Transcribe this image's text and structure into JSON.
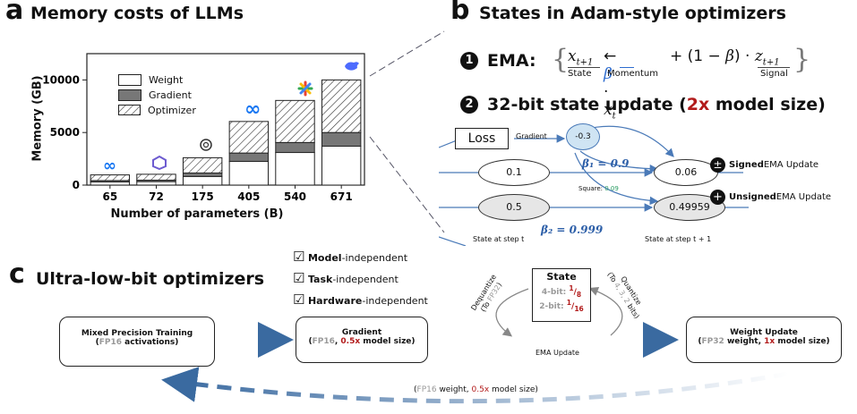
{
  "panel_a": {
    "letter": "a",
    "title": "Memory costs of LLMs",
    "chart_data": {
      "type": "bar",
      "stacked": true,
      "categories": [
        "65",
        "72",
        "175",
        "405",
        "540",
        "671"
      ],
      "series": [
        {
          "name": "Weight",
          "values": [
            300,
            330,
            820,
            2250,
            3100,
            3700
          ]
        },
        {
          "name": "Gradient",
          "values": [
            130,
            140,
            330,
            800,
            950,
            1300
          ]
        },
        {
          "name": "Optimizer",
          "values": [
            540,
            560,
            1450,
            3000,
            4000,
            5000
          ]
        }
      ],
      "xlabel": "Number of parameters (B)",
      "ylabel": "Memory (GB)",
      "ylim": [
        0,
        12500
      ],
      "yticks": [
        0,
        5000,
        10000
      ],
      "legend_position": "top-left",
      "colors": {
        "Weight": "#ffffff",
        "Gradient": "#777777",
        "Optimizer": "hatched"
      }
    },
    "logo_icons": [
      "meta-logo",
      "mistral-logo",
      "openai-logo",
      "meta-logo",
      "google-gemini-logo",
      "deepseek-logo"
    ]
  },
  "panel_b": {
    "letter": "b",
    "title": "States in Adam-style optimizers",
    "item1": {
      "number": "1",
      "label": "EMA:"
    },
    "ema_labels": {
      "state": "State",
      "momentum": "Momentum",
      "signal": "Signal"
    },
    "item2": {
      "number": "2",
      "label_before": "32-bit state update (",
      "label_highlight": "2x",
      "label_after": " model size)"
    },
    "loss_label": "Loss",
    "gradient_label": "Gradient",
    "gradient_value": "-0.3",
    "beta1_label": "β₁ = 0.9",
    "beta2_label": "β₂ = 0.999",
    "square_label": "Square: ",
    "square_value": "0.09",
    "state_prev_1": "0.1",
    "state_prev_2": "0.5",
    "state_next_1": "0.06",
    "state_next_2": "0.49959",
    "signed_bold": "Signed",
    "signed_rest": " EMA Update",
    "unsigned_bold": "Unsigned",
    "unsigned_rest": " EMA Update",
    "step_t": "State at step t",
    "step_t1": "State at step t + 1",
    "colors": {
      "accent": "#4a7ab8",
      "node_fill": "#cfe4f3",
      "state_grey": "#e6e6e6"
    }
  },
  "panel_c": {
    "letter": "c",
    "title": "Ultra-low-bit optimizers",
    "checks": [
      {
        "bold": "Model",
        "rest": "-independent"
      },
      {
        "bold": "Task",
        "rest": "-independent"
      },
      {
        "bold": "Hardware",
        "rest": "-independent"
      }
    ],
    "mixed_title": "Mixed Precision Training",
    "mixed_open": "(",
    "mixed_fp16": "FP16",
    "mixed_rest": " activations)",
    "gradient_title": "Gradient",
    "gradient_open": "(",
    "gradient_fp16": "FP16",
    "gradient_sep": ", ",
    "gradient_red": "0.5x",
    "gradient_rest": " model size)",
    "state_title": "State",
    "state_4bit_label": "4-bit: ",
    "state_4bit_num": "1",
    "state_4bit_den": "8",
    "state_2bit_label": "2-bit: ",
    "state_2bit_num": "1",
    "state_2bit_den": "16",
    "dequantize": "Dequantize",
    "dequantize_sub_pre": "(To ",
    "dequantize_sub_fp": "FP32",
    "dequantize_sub_post": ")",
    "quantize": "Quantize",
    "quantize_sub_pre": "(To ",
    "quantize_sub_bits": "4, 3, 2",
    "quantize_sub_post": " bits)",
    "ema_update": "EMA Update",
    "weight_title": "Weight Update",
    "weight_open": "(",
    "weight_fp32": "FP32",
    "weight_mid": " weight, ",
    "weight_red": "1x",
    "weight_rest": " model size)",
    "bottom_open": "(",
    "bottom_fp16": "FP16",
    "bottom_mid": " weight, ",
    "bottom_red": "0.5x",
    "bottom_rest": " model size)"
  }
}
